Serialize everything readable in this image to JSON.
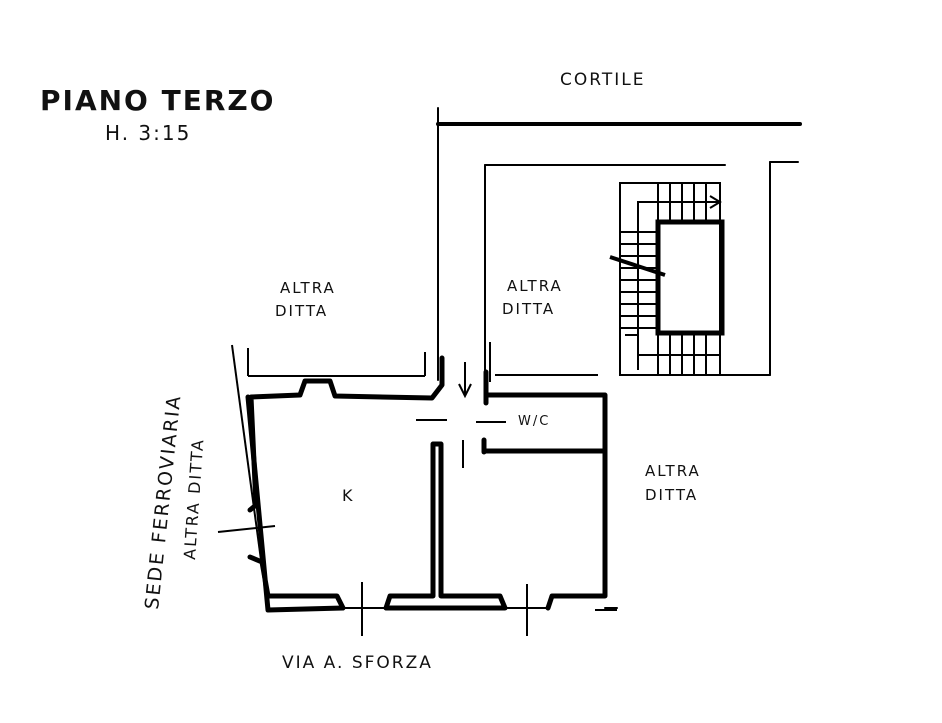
{
  "title": "PIANO TERZO",
  "height_note": "H. 3:15",
  "labels": {
    "courtyard": "CORTILE",
    "other_company_top_left": [
      "ALTRA",
      "DITTA"
    ],
    "other_company_top_mid": [
      "ALTRA",
      "DITTA"
    ],
    "other_company_right": [
      "ALTRA",
      "DITTA"
    ],
    "railway": "SEDE FERROVIARIA",
    "other_company_left": "ALTRA DITTA",
    "kitchen": "K",
    "wc": "W/C",
    "street": "VIA A. SFORZA"
  }
}
